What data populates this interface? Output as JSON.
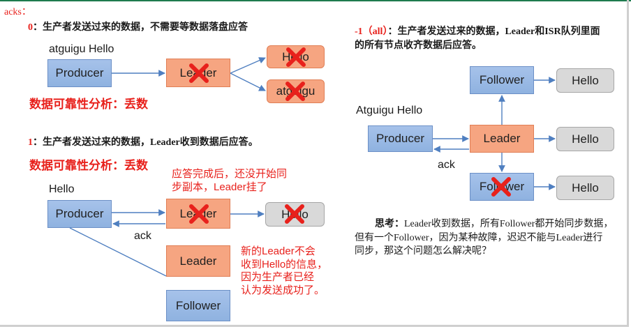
{
  "page": {
    "acks_label": "acks："
  },
  "mode0": {
    "level": "0",
    "description": "：生产者发送过来的数据，不需要等数据落盘应答",
    "message": "atguigu Hello",
    "producer": "Producer",
    "leader": "Leader",
    "output_hello": "Hello",
    "output_atguigu": "atguigu",
    "analysis": "数据可靠性分析：丢数"
  },
  "mode1": {
    "level": "1",
    "description": "：生产者发送过来的数据，Leader收到数据后应答。",
    "analysis": "数据可靠性分析：丢数",
    "note_failure": [
      "应答完成后，还没开始同",
      "步副本，Leader挂了"
    ],
    "message": "Hello",
    "producer": "Producer",
    "leader": "Leader",
    "output_hello": "Hello",
    "ack": "ack",
    "new_leader": "Leader",
    "follower": "Follower",
    "note_new_leader": [
      "新的Leader不会",
      "收到Hello的信息，",
      "因为生产者已经",
      "认为发送成功了。"
    ]
  },
  "mode_all": {
    "level": "-1（all）",
    "description": [
      "：生产者发送过来的数据，Leader和ISR队列里面",
      "的所有节点收齐数据后应答。"
    ],
    "message": "Atguigu Hello",
    "producer": "Producer",
    "leader": "Leader",
    "follower_top": "Follower",
    "follower_bottom": "Follower",
    "hello_top": "Hello",
    "hello_leader": "Hello",
    "hello_bottom": "Hello",
    "ack": "ack"
  },
  "think": {
    "label": "思考：",
    "lines": [
      "Leader收到数据，所有Follower都开始同步数据，",
      "但有一个Follower，因为某种故障，迟迟不能与Leader进行",
      "同步，那这个问题怎么解决呢？"
    ]
  },
  "colors": {
    "red": "#e8211c",
    "blue": "#8fb2e0",
    "orange": "#f6a581",
    "grey": "#d9d9d9",
    "arrow": "#4f7fc0",
    "green": "#1e7b4e"
  }
}
